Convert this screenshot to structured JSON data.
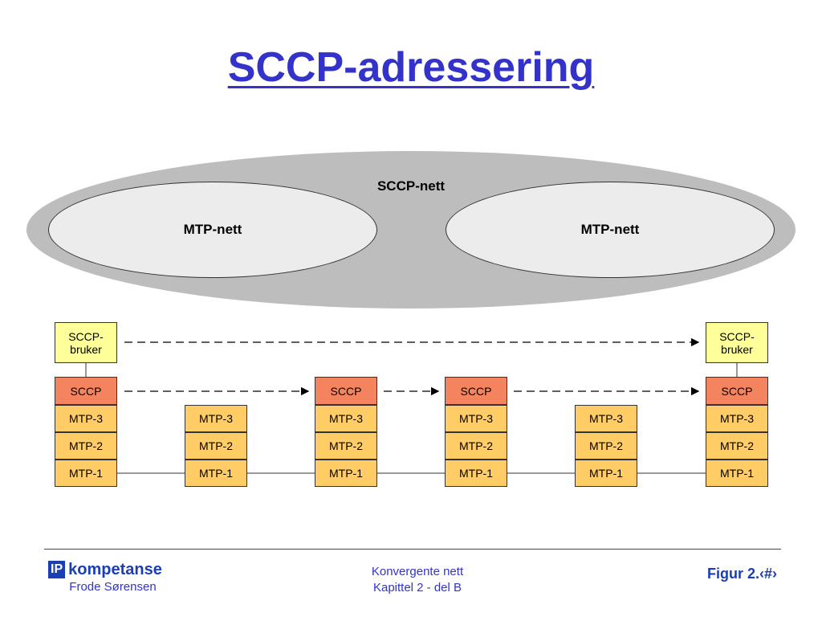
{
  "title": "SCCP-adressering",
  "diagram": {
    "sccp_net_label": "SCCP-nett",
    "mtp_net_left": "MTP-nett",
    "mtp_net_right": "MTP-nett",
    "sccp_user_left_line1": "SCCP-",
    "sccp_user_left_line2": "bruker",
    "sccp_user_right_line1": "SCCP-",
    "sccp_user_right_line2": "bruker",
    "sccp_label": "SCCP",
    "stacks": [
      {
        "sccp": "SCCP",
        "mtp3": "MTP-3",
        "mtp2": "MTP-2",
        "mtp1": "MTP-1"
      },
      {
        "sccp": "",
        "mtp3": "MTP-3",
        "mtp2": "MTP-2",
        "mtp1": "MTP-1"
      },
      {
        "sccp": "SCCP",
        "mtp3": "MTP-3",
        "mtp2": "MTP-2",
        "mtp1": "MTP-1"
      },
      {
        "sccp": "SCCP",
        "mtp3": "MTP-3",
        "mtp2": "MTP-2",
        "mtp1": "MTP-1"
      },
      {
        "sccp": "",
        "mtp3": "MTP-3",
        "mtp2": "MTP-2",
        "mtp1": "MTP-1"
      },
      {
        "sccp": "SCCP",
        "mtp3": "MTP-3",
        "mtp2": "MTP-2",
        "mtp1": "MTP-1"
      }
    ]
  },
  "footer": {
    "logo_ip": "IP",
    "logo_text": "kompetanse",
    "author": "Frode Sørensen",
    "course_line1": "Konvergente nett",
    "course_line2": "Kapittel 2 - del B",
    "figure": "Figur 2.‹#›"
  },
  "colors": {
    "title": "#3333cc",
    "user_box": "#ffff99",
    "sccp_box": "#f4845f",
    "mtp_box": "#ffcc66",
    "outer_ellipse": "#bdbdbd",
    "inner_ellipse": "#ececec"
  }
}
